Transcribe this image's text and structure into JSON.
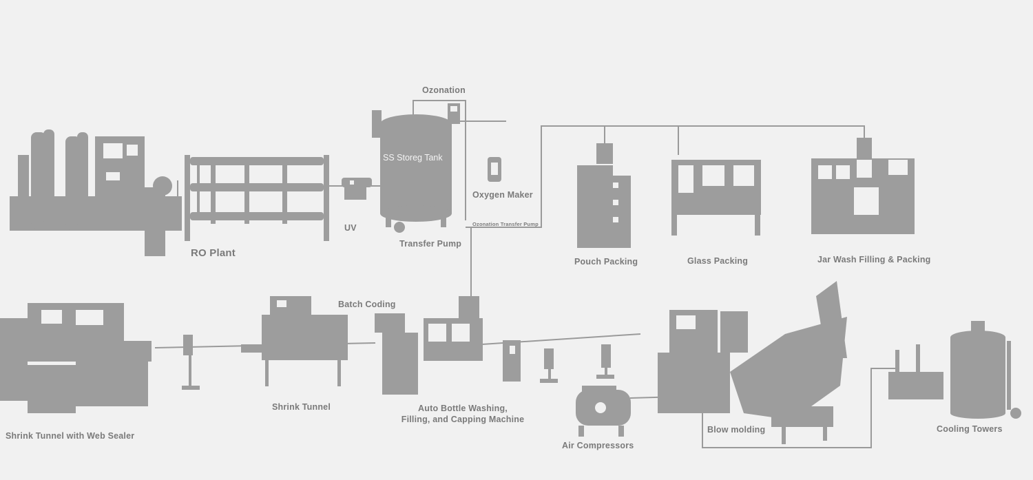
{
  "labels": {
    "ro_plant": "RO Plant",
    "uv": "UV",
    "ozonation": "Ozonation",
    "ss_storage_tank": "SS Storeg Tank",
    "oxygen_maker": "Oxygen Maker",
    "ozonation_transfer_pump": "Ozonation Transfer Pump",
    "transfer_pump": "Transfer Pump",
    "pouch_packing": "Pouch Packing",
    "glass_packing": "Glass Packing",
    "jar_wash": "Jar Wash Filling & Packing",
    "batch_coding": "Batch Coding",
    "shrink_tunnel_web_sealer": "Shrink Tunnel with Web Sealer",
    "shrink_tunnel": "Shrink Tunnel",
    "auto_bottle_line1": "Auto Bottle Washing,",
    "auto_bottle_line2": "Filling, and Capping Machine",
    "air_compressors": "Air Compressors",
    "blow_molding": "Blow molding",
    "cooling_towers": "Cooling Towers"
  },
  "colors": {
    "background": "#f1f1f1",
    "machine": "#9d9d9d",
    "label": "#7a7a7a"
  }
}
